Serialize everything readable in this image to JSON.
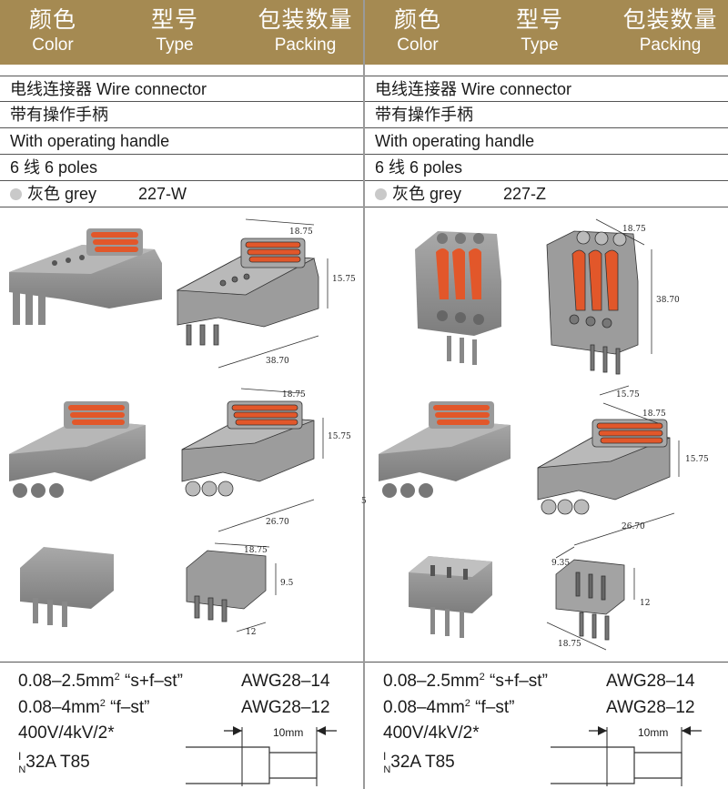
{
  "header": {
    "zh_color": "颜色",
    "en_color": "Color",
    "zh_type": "型号",
    "en_type": "Type",
    "zh_packing": "包装数量",
    "en_packing": "Packing"
  },
  "panels": [
    {
      "line1": "电线连接器 Wire connector",
      "line2": "带有操作手柄",
      "line3": "With operating handle",
      "line4": "6 线 6 poles",
      "color": "灰色 grey",
      "type": "227-W",
      "dims": {
        "d1_w": "18.75",
        "d1_h": "15.75",
        "d1_l": "38.70",
        "d2_w": "18.75",
        "d2_h": "15.75",
        "d2_l": "26.70",
        "d3_w": "18.75",
        "d3_h": "9.5",
        "d3_d": "12"
      }
    },
    {
      "line1": "电线连接器 Wire connector",
      "line2": "带有操作手柄",
      "line3": "With operating handle",
      "line4": "6 线 6 poles",
      "color": "灰色 grey",
      "type": "227-Z",
      "dims": {
        "d1_w": "18.75",
        "d1_h": "38.70",
        "d1_l": "15.75",
        "d2_w": "18.75",
        "d2_h": "15.75",
        "d2_l": "26.70",
        "d3_w": "9.35",
        "d3_h": "12",
        "d3_d": "18.75"
      }
    }
  ],
  "spec": {
    "wire1": "0.08–2.5mm",
    "wire1_sq": "2",
    "wire1_tag": " “s+f–st”",
    "awg1": "AWG28–14",
    "wire2": "0.08–4mm",
    "wire2_sq": "2",
    "wire2_tag": " “f–st”",
    "awg2": "AWG28–12",
    "voltage": "400V/4kV/2*",
    "current_i": "I",
    "current_n": "N",
    "current": "32A  T85",
    "strip": "10mm"
  },
  "side_mark": "5",
  "colors": {
    "header_bg": "#a58a52",
    "body_grey": "#8e8e8e",
    "lever_orange": "#e2572a",
    "grey_dot": "#c9c9c9"
  }
}
